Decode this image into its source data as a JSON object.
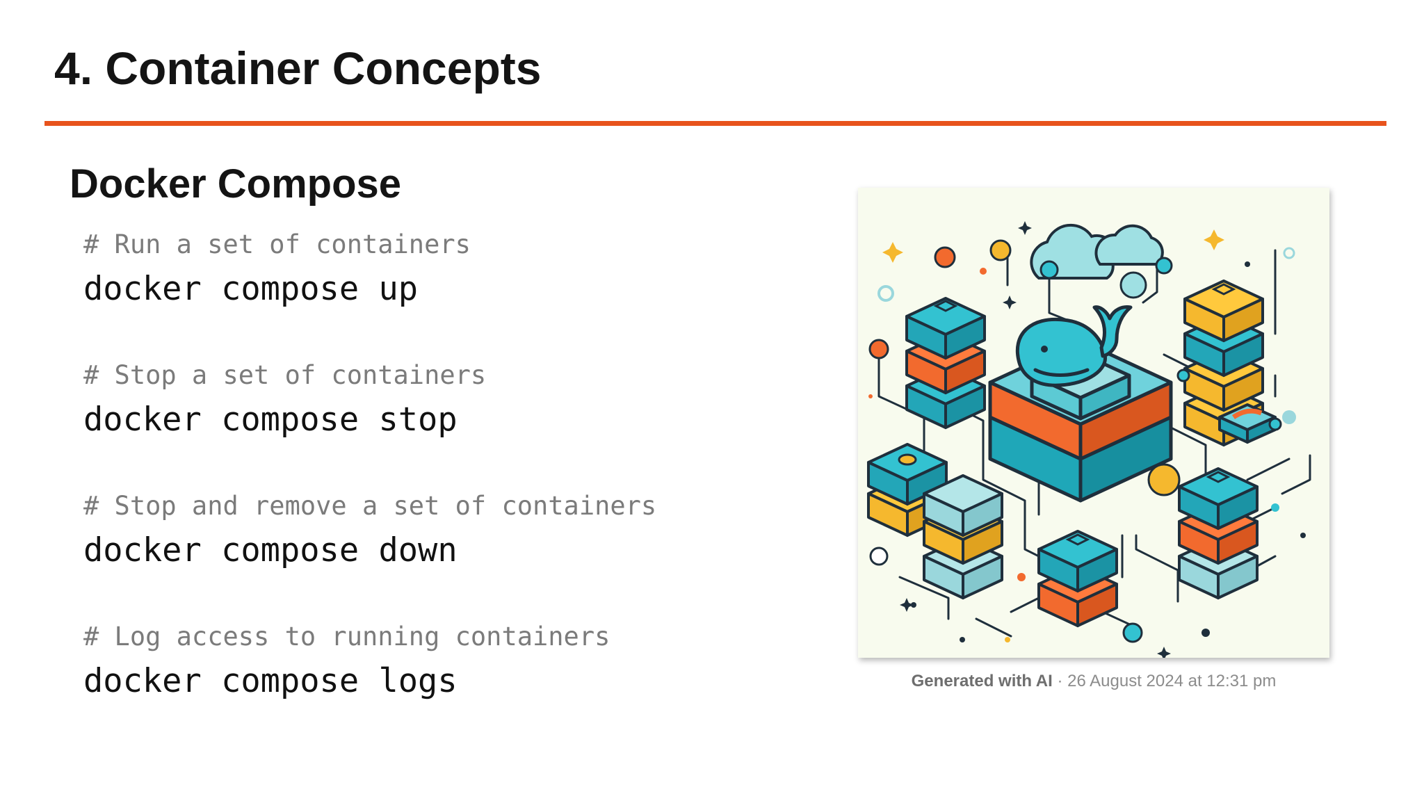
{
  "slide": {
    "title": "4. Container Concepts",
    "accent_color": "#e8531c"
  },
  "section": {
    "title": "Docker Compose"
  },
  "commands": [
    {
      "comment": "# Run a set of containers",
      "command": "docker compose up"
    },
    {
      "comment": "# Stop a set of containers",
      "command": "docker compose stop"
    },
    {
      "comment": "# Stop and remove a set of containers",
      "command": "docker compose down"
    },
    {
      "comment": "# Log access to running containers",
      "command": "docker compose logs"
    }
  ],
  "illustration": {
    "description_icon": "docker-whale-container-stacks-illustration",
    "palette": [
      "#2bbccc",
      "#f26a2e",
      "#f5b82e",
      "#9ad7dc",
      "#1f2f3c"
    ]
  },
  "caption": {
    "label": "Generated with AI",
    "separator": " · ",
    "date": "26 August 2024 at 12:31 pm"
  }
}
